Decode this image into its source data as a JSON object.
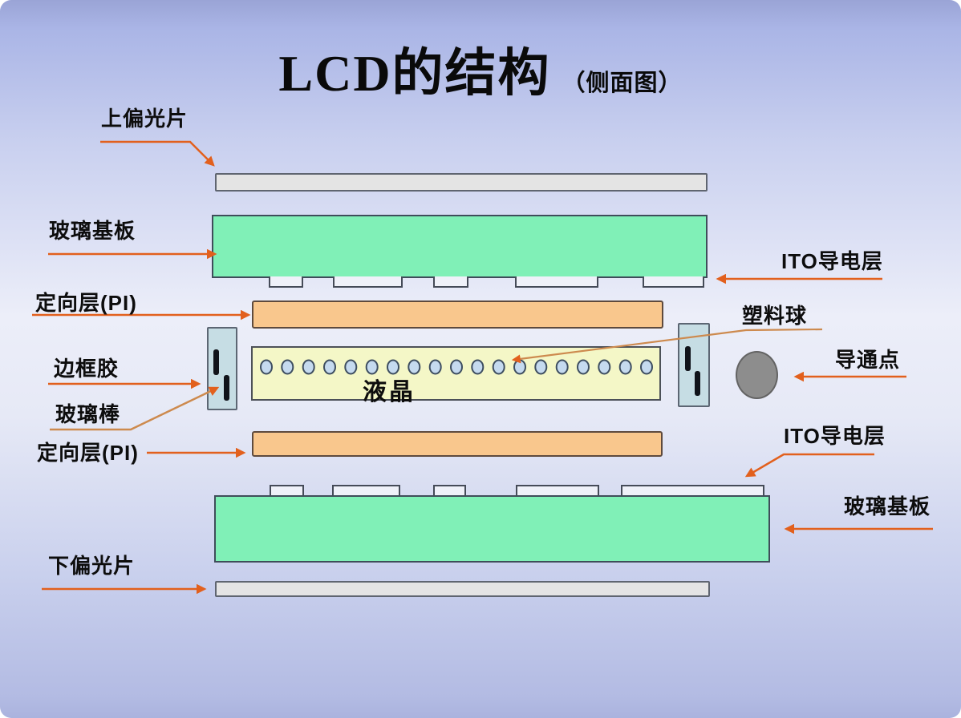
{
  "title": {
    "main": "LCD的结构",
    "sub": "（侧面图）"
  },
  "labels": {
    "top_polarizer": "上偏光片",
    "glass_substrate_top": "玻璃基板",
    "alignment_layer_top": "定向层(PI)",
    "frame_seal": "边框胶",
    "glass_rod": "玻璃棒",
    "alignment_layer_bottom": "定向层(PI)",
    "bottom_polarizer": "下偏光片",
    "ito_layer_top": "ITO导电层",
    "plastic_ball": "塑料球",
    "conduction_point": "导通点",
    "ito_layer_bottom": "ITO导电层",
    "glass_substrate_bottom": "玻璃基板",
    "liquid_crystal": "液晶"
  },
  "diagram": {
    "plastic_ball_count": 19,
    "colors": {
      "arrow": "#e2601d",
      "pointer_line": "#cd8a4e",
      "glass_substrate": "#80f0b7",
      "alignment_layer": "#f9c78d",
      "liquid_crystal_layer": "#f4f7c7",
      "frame_seal": "#c6dde4",
      "plastic_ball_fill": "#c5daef",
      "conduction_point": "#8d8d8d",
      "polarizer": "#e4e4e4",
      "background_top": "#aab5e6",
      "background_middle": "#eceef9",
      "background_bottom": "#b3bbe3"
    }
  }
}
